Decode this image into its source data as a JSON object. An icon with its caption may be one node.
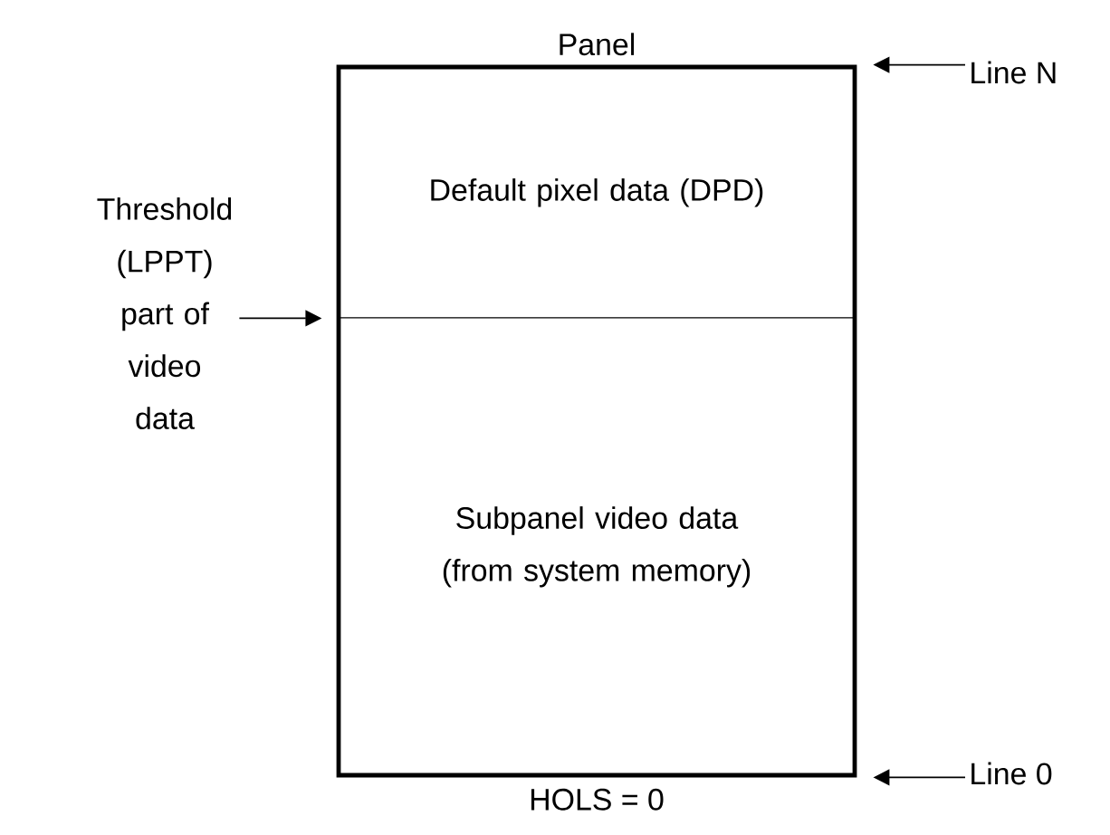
{
  "diagram": {
    "nodes": [
      {
        "text": [
          "Panel"
        ],
        "beside": [
          "HOLS = 0"
        ]
      },
      {
        "text": [
          "Default pixel data (DPD)"
        ],
        "in": 0
      },
      {
        "text": [
          "Subpanel video data (from system memory)"
        ],
        "in": 0
      },
      {
        "text": [
          "Line N"
        ]
      },
      {
        "text": [
          "Line 0"
        ]
      },
      {
        "text": [
          "Threshold (LPPT) part of video data"
        ]
      }
    ],
    "edges": [
      {
        "from": 3,
        "to": 0,
        "arrow": "to"
      },
      {
        "from": 4,
        "to": 0,
        "arrow": "to"
      },
      {
        "from": 5,
        "to": 1,
        "arrow": "to"
      }
    ]
  }
}
